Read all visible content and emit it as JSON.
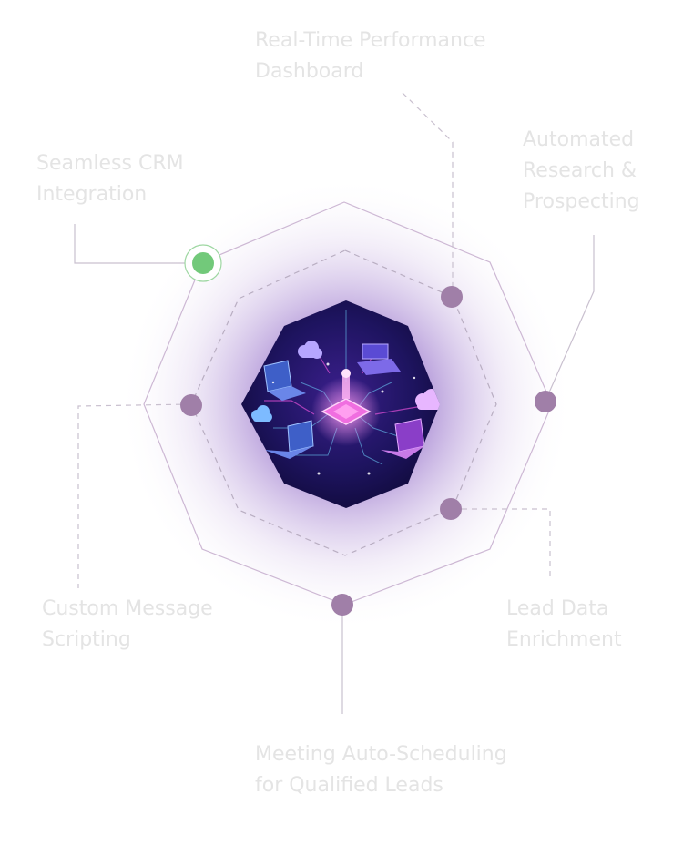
{
  "features": [
    {
      "id": "perf",
      "label": "Real-Time Performance\nDashboard",
      "active": false
    },
    {
      "id": "research",
      "label": "Automated\nResearch &\nProspecting",
      "active": false
    },
    {
      "id": "crm",
      "label": "Seamless CRM\nIntegration",
      "active": true
    },
    {
      "id": "script",
      "label": "Custom Message\nScripting",
      "active": false
    },
    {
      "id": "enrich",
      "label": "Lead Data\nEnrichment",
      "active": false
    },
    {
      "id": "meet",
      "label": "Meeting Auto-Scheduling\nfor Qualified Leads",
      "active": false
    }
  ],
  "colors": {
    "label_text": "#e4e4e4",
    "outer_line": "#cdb8d4",
    "dashed_line": "#b9aec2",
    "connector": "#c9c0cf",
    "node": "#a07fa8",
    "node_active": "#72c97a",
    "glow": "#7a4bbd",
    "center_bg": "#1a1150",
    "accent_pink": "#e04fd6",
    "accent_cyan": "#6fd5ff"
  },
  "icons": [
    "laptop-icon",
    "cloud-icon",
    "server-icon",
    "chip-icon"
  ]
}
